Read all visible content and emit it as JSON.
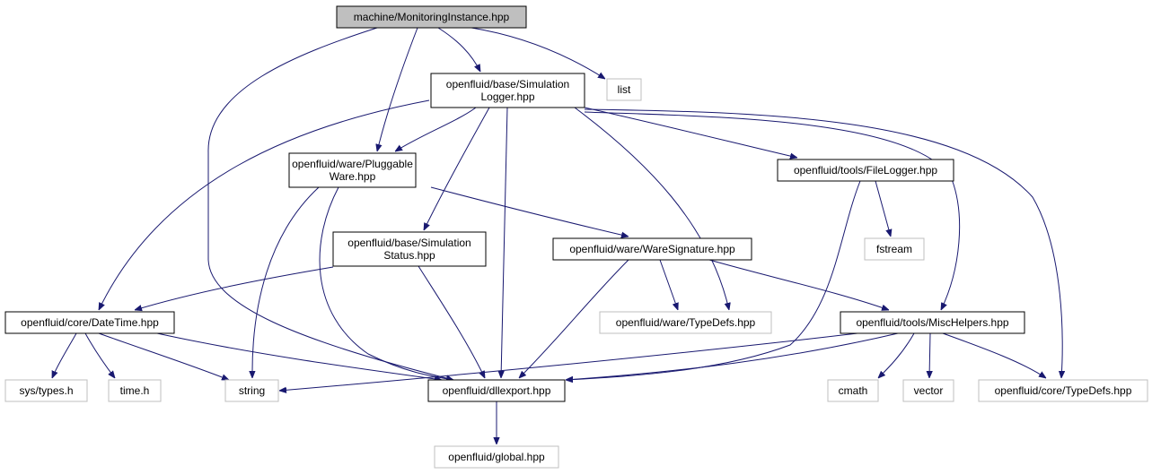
{
  "nodes": [
    {
      "id": "root",
      "lines": [
        "machine/MonitoringInstance.hpp"
      ],
      "kind": "root"
    },
    {
      "id": "simlogger",
      "lines": [
        "openfluid/base/Simulation",
        "Logger.hpp"
      ],
      "kind": "doc"
    },
    {
      "id": "list",
      "lines": [
        "list"
      ],
      "kind": "ext"
    },
    {
      "id": "pluggable",
      "lines": [
        "openfluid/ware/Pluggable",
        "Ware.hpp"
      ],
      "kind": "doc"
    },
    {
      "id": "filelogger",
      "lines": [
        "openfluid/tools/FileLogger.hpp"
      ],
      "kind": "doc"
    },
    {
      "id": "fstream",
      "lines": [
        "fstream"
      ],
      "kind": "ext"
    },
    {
      "id": "simstatus",
      "lines": [
        "openfluid/base/Simulation",
        "Status.hpp"
      ],
      "kind": "doc"
    },
    {
      "id": "waresig",
      "lines": [
        "openfluid/ware/WareSignature.hpp"
      ],
      "kind": "doc"
    },
    {
      "id": "datetime",
      "lines": [
        "openfluid/core/DateTime.hpp"
      ],
      "kind": "doc"
    },
    {
      "id": "waretypedefs",
      "lines": [
        "openfluid/ware/TypeDefs.hpp"
      ],
      "kind": "ext"
    },
    {
      "id": "mischelpers",
      "lines": [
        "openfluid/tools/MiscHelpers.hpp"
      ],
      "kind": "doc"
    },
    {
      "id": "systypes",
      "lines": [
        "sys/types.h"
      ],
      "kind": "ext"
    },
    {
      "id": "timeh",
      "lines": [
        "time.h"
      ],
      "kind": "ext"
    },
    {
      "id": "string",
      "lines": [
        "string"
      ],
      "kind": "ext"
    },
    {
      "id": "dllexport",
      "lines": [
        "openfluid/dllexport.hpp"
      ],
      "kind": "doc"
    },
    {
      "id": "cmath",
      "lines": [
        "cmath"
      ],
      "kind": "ext"
    },
    {
      "id": "vector",
      "lines": [
        "vector"
      ],
      "kind": "ext"
    },
    {
      "id": "coretypedefs",
      "lines": [
        "openfluid/core/TypeDefs.hpp"
      ],
      "kind": "ext"
    },
    {
      "id": "global",
      "lines": [
        "openfluid/global.hpp"
      ],
      "kind": "ext"
    }
  ],
  "edges": [
    [
      "root",
      "simlogger"
    ],
    [
      "root",
      "list"
    ],
    [
      "root",
      "pluggable"
    ],
    [
      "root",
      "dllexport"
    ],
    [
      "simlogger",
      "pluggable"
    ],
    [
      "simlogger",
      "datetime"
    ],
    [
      "simlogger",
      "simstatus"
    ],
    [
      "simlogger",
      "dllexport"
    ],
    [
      "simlogger",
      "filelogger"
    ],
    [
      "simlogger",
      "waretypedefs"
    ],
    [
      "simlogger",
      "mischelpers"
    ],
    [
      "simlogger",
      "coretypedefs"
    ],
    [
      "pluggable",
      "string"
    ],
    [
      "pluggable",
      "dllexport"
    ],
    [
      "pluggable",
      "waresig"
    ],
    [
      "filelogger",
      "fstream"
    ],
    [
      "filelogger",
      "dllexport"
    ],
    [
      "simstatus",
      "datetime"
    ],
    [
      "simstatus",
      "dllexport"
    ],
    [
      "waresig",
      "waretypedefs"
    ],
    [
      "waresig",
      "dllexport"
    ],
    [
      "waresig",
      "mischelpers"
    ],
    [
      "datetime",
      "systypes"
    ],
    [
      "datetime",
      "timeh"
    ],
    [
      "datetime",
      "string"
    ],
    [
      "datetime",
      "dllexport"
    ],
    [
      "mischelpers",
      "string"
    ],
    [
      "mischelpers",
      "dllexport"
    ],
    [
      "mischelpers",
      "cmath"
    ],
    [
      "mischelpers",
      "vector"
    ],
    [
      "mischelpers",
      "coretypedefs"
    ],
    [
      "dllexport",
      "global"
    ]
  ]
}
